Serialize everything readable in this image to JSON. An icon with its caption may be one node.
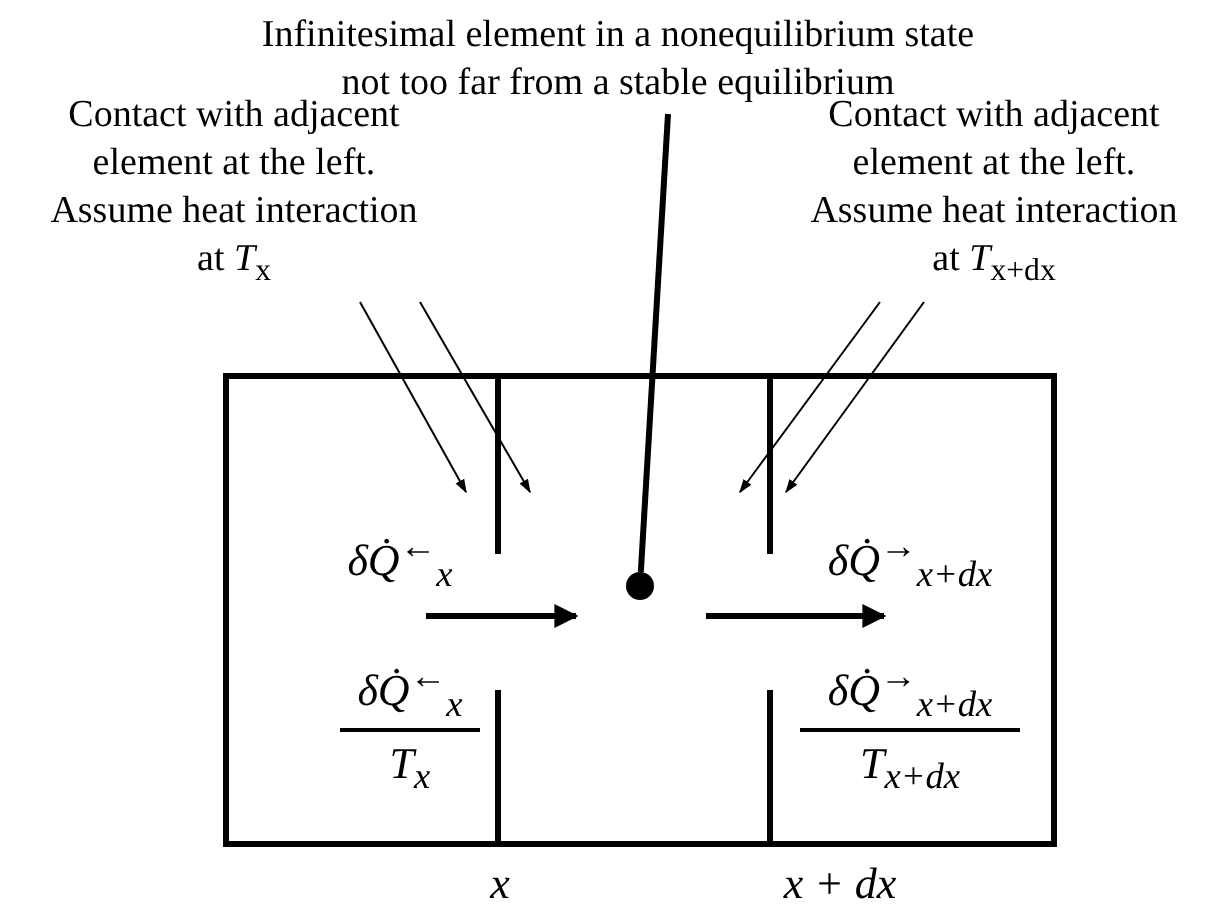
{
  "diagram": {
    "nodes": [
      {
        "text": [
          "Infinitesimal element in a nonequilibrium state not too far from a stable equilibrium"
        ]
      },
      {
        "text": [],
        "shape": "circle"
      },
      {
        "text": [
          "Contact with adjacent element at the left. Assume heat interaction at *T*$_{x}$"
        ]
      },
      {
        "text": [
          "Contact with adjacent element at the left. Assume heat interaction at *T*$_{x+dx}$"
        ]
      }
    ],
    "edges": [
      {
        "from": 0,
        "to": 1,
        "arrow": "none",
        "style": "thick"
      },
      {
        "from": 2,
        "to": null,
        "arrow": "to"
      },
      {
        "from": 2,
        "to": null,
        "arrow": "to"
      },
      {
        "from": 3,
        "to": null,
        "arrow": "to"
      },
      {
        "from": 3,
        "to": null,
        "arrow": "to"
      }
    ],
    "labels": [
      "δQ̇$^{←}$$_{x}$",
      "δQ̇$^{→}$$_{x+dx}$",
      "δQ̇$^{←}$$_{x}$",
      "δQ̇$^{→}$$_{x+dx}$",
      "T$_{x}$",
      "T$_{x+dx}$",
      "x",
      "x + dx"
    ]
  }
}
